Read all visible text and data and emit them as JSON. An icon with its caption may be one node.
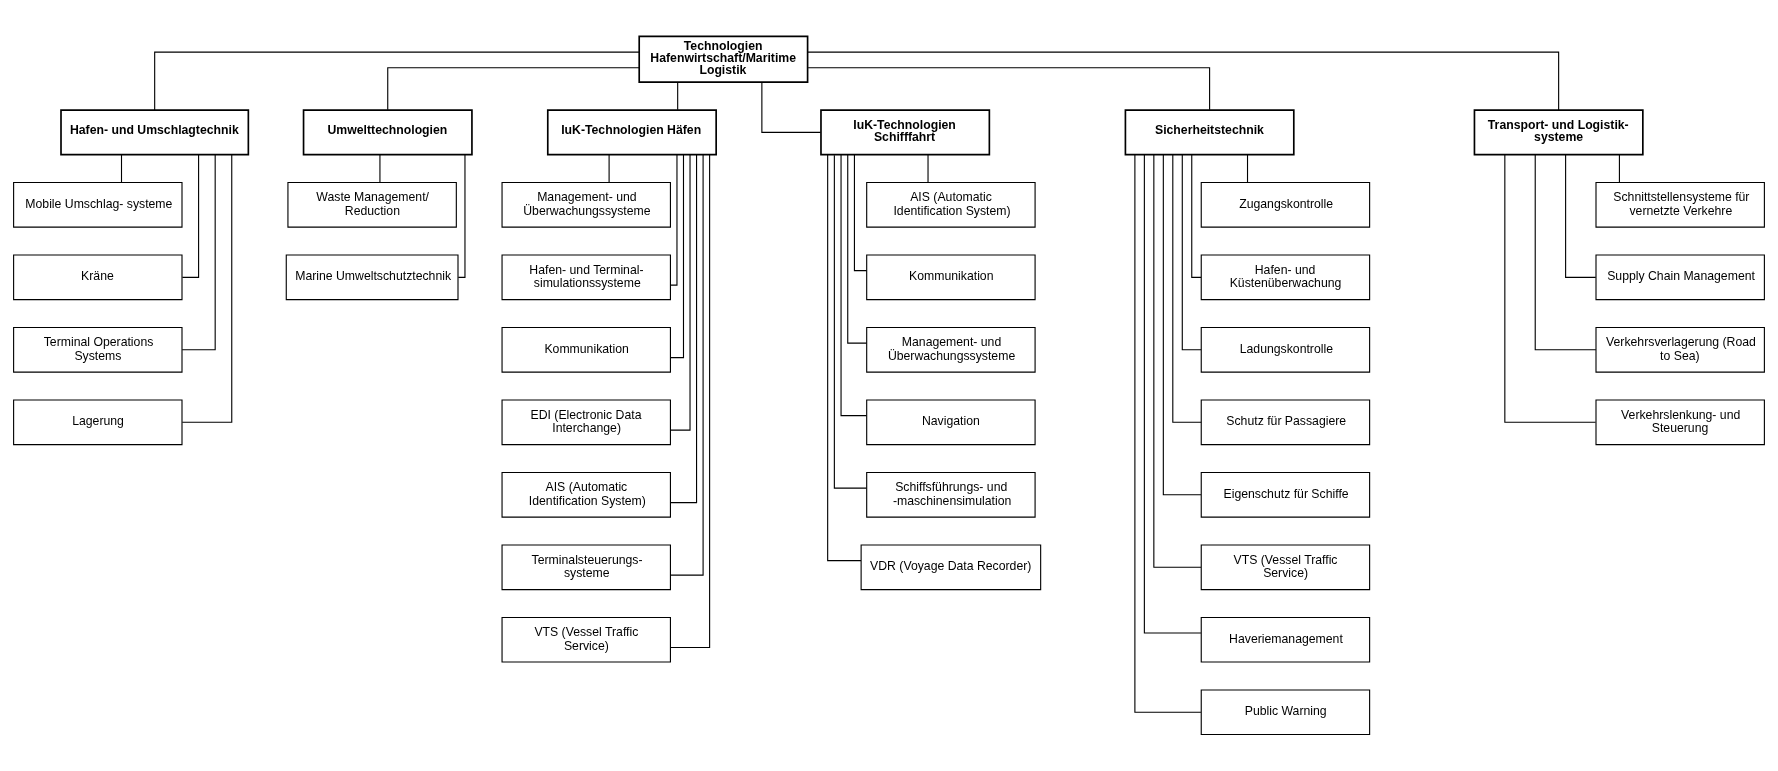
{
  "diagram": {
    "nodes": [
      {
        "text": [
          "Technologien Hafenwirtschaft/Maritime Logistik"
        ]
      },
      {
        "text": [
          "Hafen- und Umschlagtechnik"
        ]
      },
      {
        "text": [
          "Mobile Umschlag- systeme"
        ]
      },
      {
        "text": [
          "Kräne"
        ]
      },
      {
        "text": [
          "Terminal Operations Systems"
        ]
      },
      {
        "text": [
          "Lagerung"
        ]
      },
      {
        "text": [
          "Umwelttechnologien"
        ]
      },
      {
        "text": [
          "Waste Management/ Reduction"
        ]
      },
      {
        "text": [
          "Marine Umweltschutztechnik"
        ]
      },
      {
        "text": [
          "IuK-Technologien Häfen"
        ]
      },
      {
        "text": [
          "Management- und Überwachungssysteme"
        ]
      },
      {
        "text": [
          "Hafen- und Terminal- simulationssysteme"
        ]
      },
      {
        "text": [
          "Kommunikation"
        ]
      },
      {
        "text": [
          "EDI (Electronic Data Interchange)"
        ]
      },
      {
        "text": [
          "AIS (Automatic Identification System)"
        ]
      },
      {
        "text": [
          "Terminalsteuerungs- systeme"
        ]
      },
      {
        "text": [
          "VTS (Vessel Traffic Service)"
        ]
      },
      {
        "text": [
          "IuK-Technologien Schifffahrt"
        ]
      },
      {
        "text": [
          "AIS (Automatic Identification System)"
        ]
      },
      {
        "text": [
          "Kommunikation"
        ]
      },
      {
        "text": [
          "Management- und Überwachungssysteme"
        ]
      },
      {
        "text": [
          "Navigation"
        ]
      },
      {
        "text": [
          "Schiffsführungs- und -maschinensimulation"
        ]
      },
      {
        "text": [
          "VDR (Voyage Data Recorder)"
        ]
      },
      {
        "text": [
          "Sicherheitstechnik"
        ]
      },
      {
        "text": [
          "Zugangskontrolle"
        ]
      },
      {
        "text": [
          "Hafen- und Küstenüberwachung"
        ]
      },
      {
        "text": [
          "Ladungskontrolle"
        ]
      },
      {
        "text": [
          "Schutz für Passagiere"
        ]
      },
      {
        "text": [
          "Eigenschutz für Schiffe"
        ]
      },
      {
        "text": [
          "VTS (Vessel Traffic Service)"
        ]
      },
      {
        "text": [
          "Haveriemanagement"
        ]
      },
      {
        "text": [
          "Public Warning"
        ]
      },
      {
        "text": [
          "Transport- und Logistik- systeme"
        ]
      },
      {
        "text": [
          "Schnittstellensysteme für vernetzte Verkehre"
        ]
      },
      {
        "text": [
          "Supply Chain Management"
        ]
      },
      {
        "text": [
          "Verkehrsverlagerung (Road to Sea)"
        ]
      },
      {
        "text": [
          "Verkehrslenkung- und Steuerung"
        ]
      }
    ],
    "edges": [
      {
        "from": 0,
        "to": 1,
        "arrow": "none"
      },
      {
        "from": 0,
        "to": 6,
        "arrow": "none"
      },
      {
        "from": 0,
        "to": 9,
        "arrow": "none"
      },
      {
        "from": 0,
        "to": 17,
        "arrow": "none"
      },
      {
        "from": 0,
        "to": 24,
        "arrow": "none"
      },
      {
        "from": 0,
        "to": 33,
        "arrow": "none"
      },
      {
        "from": 1,
        "to": 2,
        "arrow": "none"
      },
      {
        "from": 1,
        "to": 3,
        "arrow": "none"
      },
      {
        "from": 1,
        "to": 4,
        "arrow": "none"
      },
      {
        "from": 1,
        "to": 5,
        "arrow": "none"
      },
      {
        "from": 6,
        "to": 7,
        "arrow": "none"
      },
      {
        "from": 6,
        "to": 8,
        "arrow": "none"
      },
      {
        "from": 9,
        "to": 10,
        "arrow": "none"
      },
      {
        "from": 9,
        "to": 11,
        "arrow": "none"
      },
      {
        "from": 9,
        "to": 12,
        "arrow": "none"
      },
      {
        "from": 9,
        "to": 13,
        "arrow": "none"
      },
      {
        "from": 9,
        "to": 14,
        "arrow": "none"
      },
      {
        "from": 9,
        "to": 15,
        "arrow": "none"
      },
      {
        "from": 9,
        "to": 16,
        "arrow": "none"
      },
      {
        "from": 17,
        "to": 18,
        "arrow": "none"
      },
      {
        "from": 17,
        "to": 19,
        "arrow": "none"
      },
      {
        "from": 17,
        "to": 20,
        "arrow": "none"
      },
      {
        "from": 17,
        "to": 21,
        "arrow": "none"
      },
      {
        "from": 17,
        "to": 22,
        "arrow": "none"
      },
      {
        "from": 17,
        "to": 23,
        "arrow": "none"
      },
      {
        "from": 24,
        "to": 25,
        "arrow": "none"
      },
      {
        "from": 24,
        "to": 26,
        "arrow": "none"
      },
      {
        "from": 24,
        "to": 27,
        "arrow": "none"
      },
      {
        "from": 24,
        "to": 28,
        "arrow": "none"
      },
      {
        "from": 24,
        "to": 29,
        "arrow": "none"
      },
      {
        "from": 24,
        "to": 30,
        "arrow": "none"
      },
      {
        "from": 24,
        "to": 31,
        "arrow": "none"
      },
      {
        "from": 24,
        "to": 32,
        "arrow": "none"
      },
      {
        "from": 33,
        "to": 34,
        "arrow": "none"
      },
      {
        "from": 33,
        "to": 35,
        "arrow": "none"
      },
      {
        "from": 33,
        "to": 36,
        "arrow": "none"
      },
      {
        "from": 33,
        "to": 37,
        "arrow": "none"
      }
    ]
  }
}
